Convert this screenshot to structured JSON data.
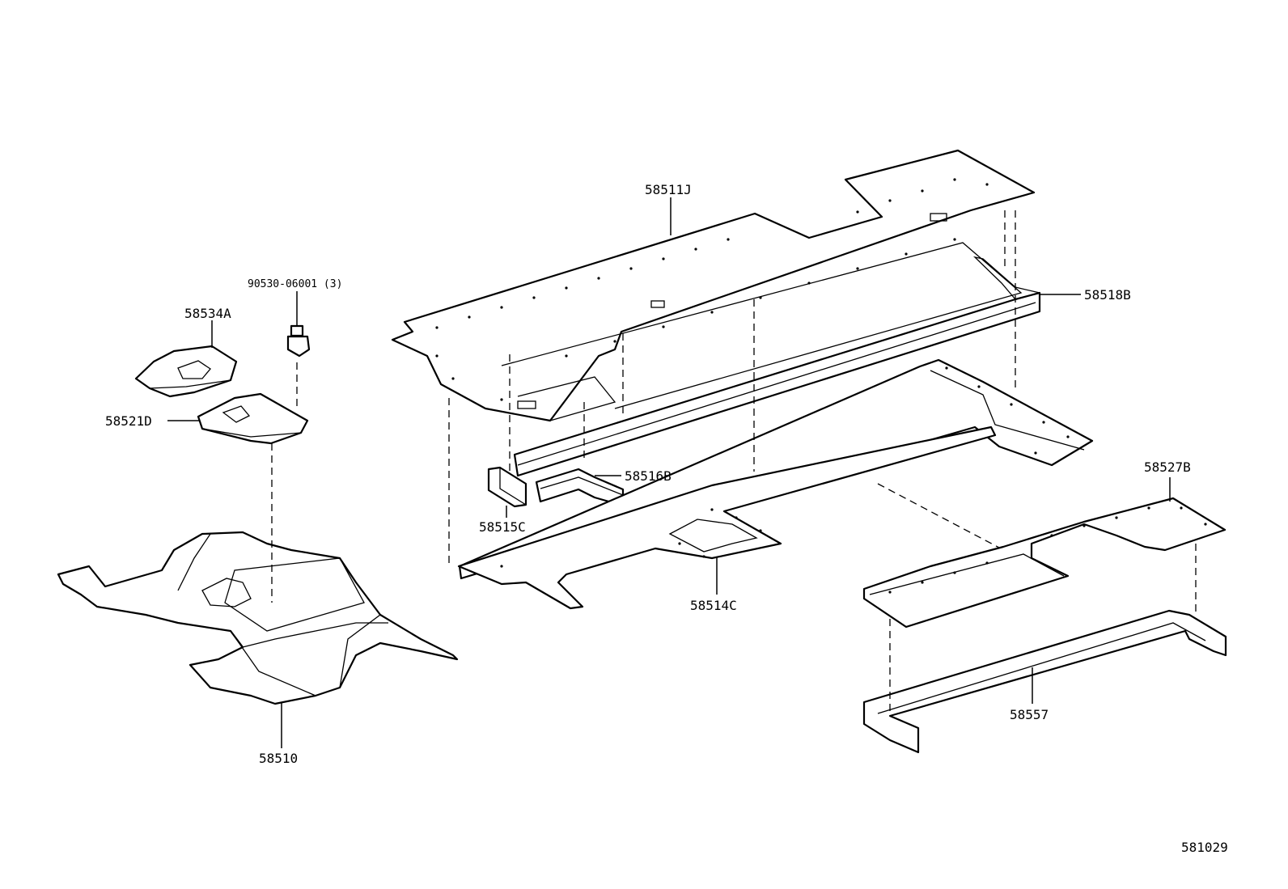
{
  "parts": {
    "p58511J": "58511J",
    "p58518B": "58518B",
    "p90530": "90530-06001 (3)",
    "p58534A": "58534A",
    "p58521D": "58521D",
    "p58516B": "58516B",
    "p58515C": "58515C",
    "p58514C": "58514C",
    "p58527B": "58527B",
    "p58557": "58557",
    "p58510": "58510"
  },
  "figure_id": "581029"
}
